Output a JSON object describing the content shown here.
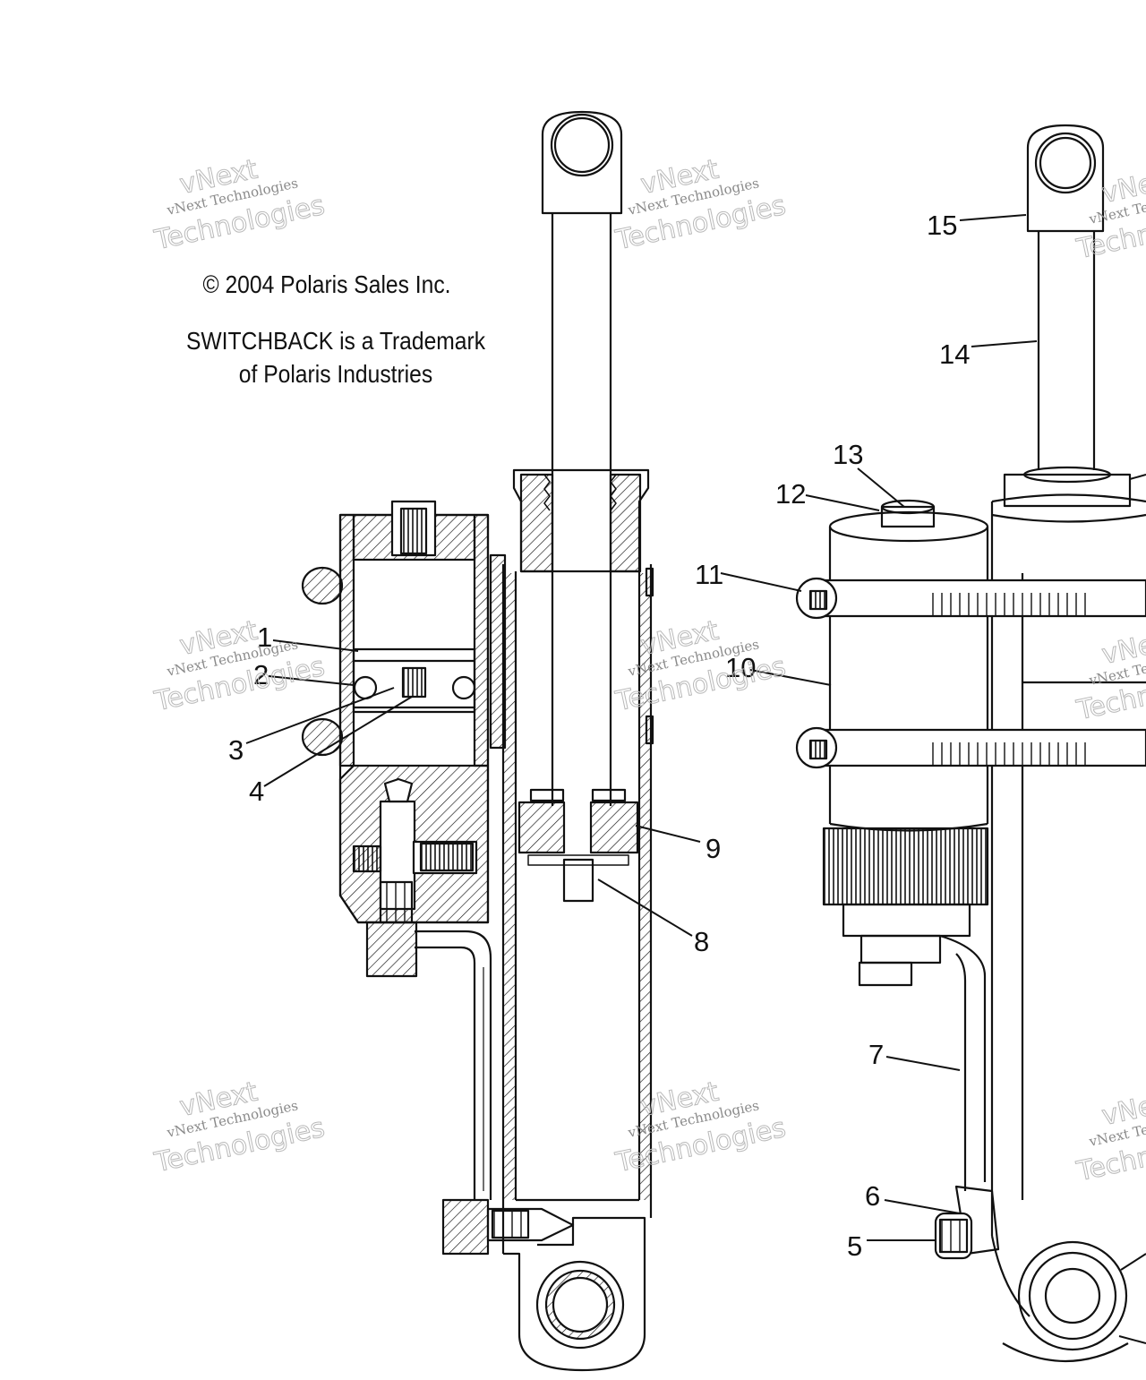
{
  "copyright": "© 2004 Polaris Sales Inc.",
  "trademark_line1": "SWITCHBACK is a Trademark",
  "trademark_line2": "of Polaris Industries",
  "watermark": {
    "line1": "vNext",
    "line2": "vNext Technologies",
    "line3": "Technologies"
  },
  "callouts": [
    "1",
    "2",
    "3",
    "4",
    "5",
    "6",
    "7",
    "8",
    "9",
    "10",
    "11",
    "12",
    "13",
    "14",
    "15"
  ]
}
